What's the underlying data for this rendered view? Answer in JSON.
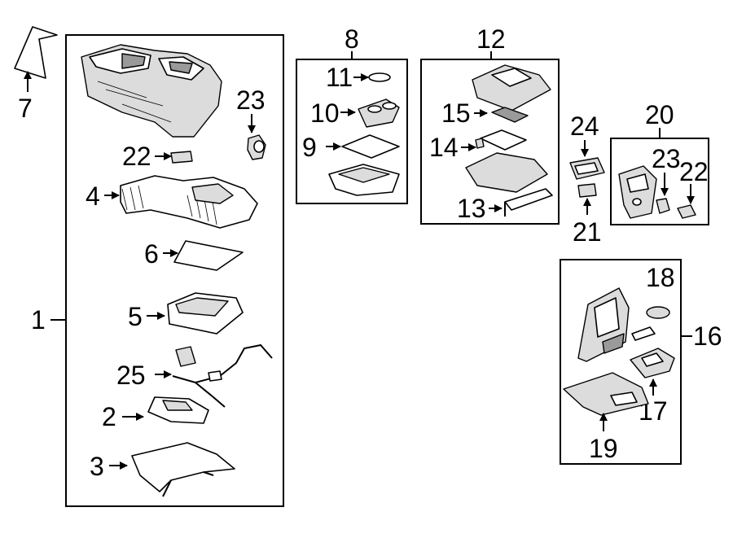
{
  "callouts": {
    "c1": "1",
    "c2": "2",
    "c3": "3",
    "c4": "4",
    "c5": "5",
    "c6": "6",
    "c7": "7",
    "c8": "8",
    "c9": "9",
    "c10": "10",
    "c11": "11",
    "c12": "12",
    "c13": "13",
    "c14": "14",
    "c15": "15",
    "c16": "16",
    "c17": "17",
    "c18": "18",
    "c19": "19",
    "c20": "20",
    "c21": "21",
    "c22a": "22",
    "c22b": "22",
    "c23a": "23",
    "c23b": "23",
    "c24": "24",
    "c25": "25"
  },
  "colors": {
    "line": "#000000",
    "shade": "#dcdcdc",
    "dark": "#9a9a9a",
    "background": "#ffffff"
  }
}
